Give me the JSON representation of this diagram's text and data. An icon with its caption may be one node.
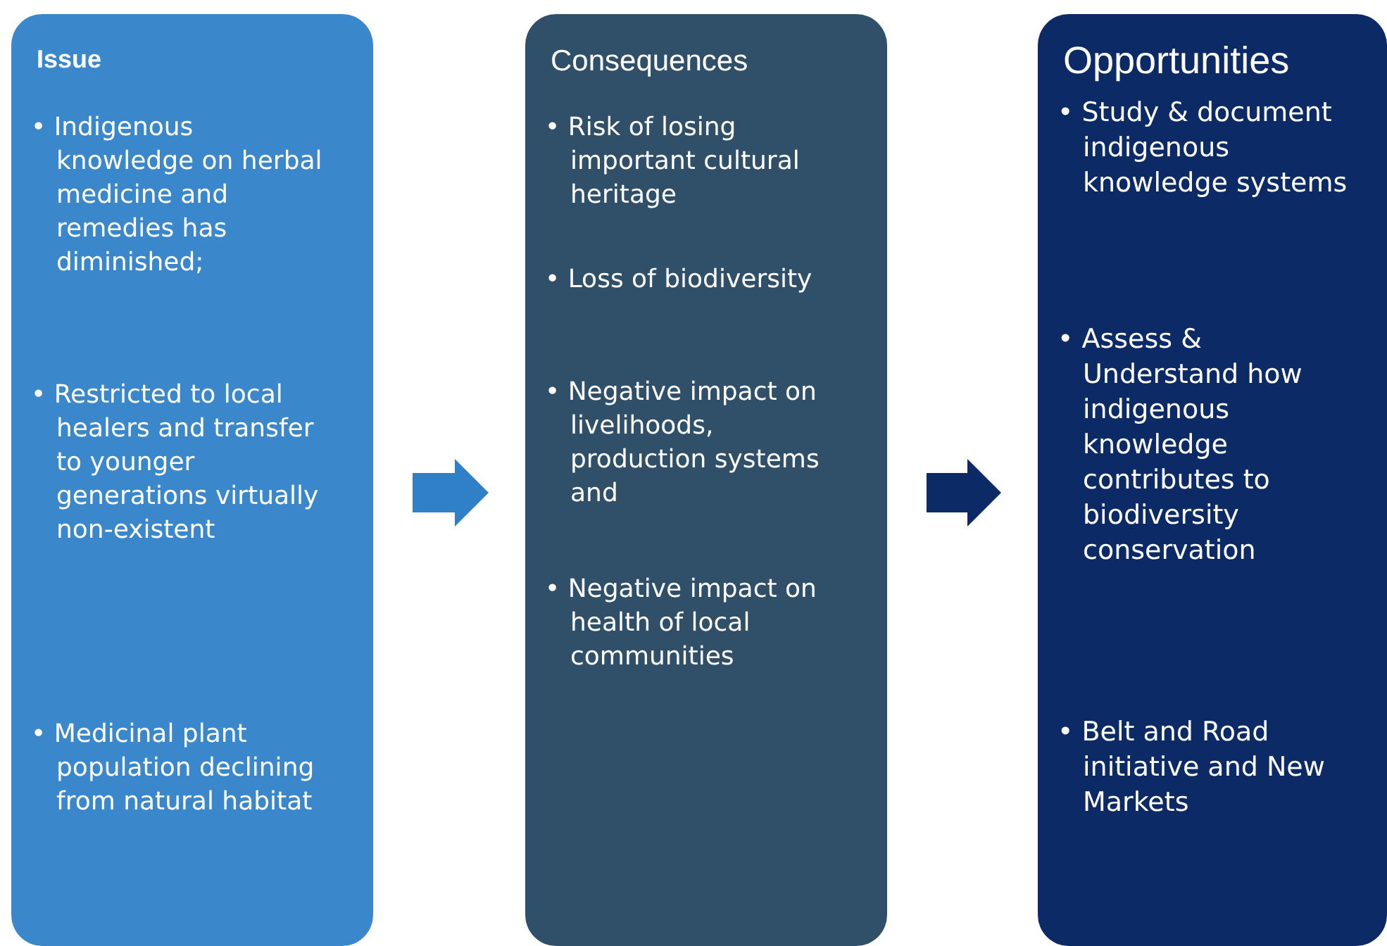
{
  "diagram": {
    "nodes": [
      {
        "text": [
          "Issue",
          "• Indigenous knowledge on herbal medicine and remedies has diminished;",
          "• Restricted to local healers and transfer to younger generations virtually non-existent",
          "• Medicinal plant population declining from natural habitat"
        ]
      },
      {
        "text": [
          "Consequences",
          "• Risk of losing important cultural heritage",
          "• Loss of biodiversity",
          "• Negative impact on livelihoods, production systems and",
          "• Negative impact on health of local communities"
        ]
      },
      {
        "text": [
          "Opportunities",
          "• Study & document indigenous knowledge systems",
          "• Assess & Understand how indigenous knowledge contributes to biodiversity conservation",
          "• Belt and Road initiative and New Markets"
        ]
      }
    ],
    "edges": [
      {
        "from": 0,
        "to": 1,
        "arrow": "to",
        "style": "thick",
        "color": "#2f80c6"
      },
      {
        "from": 1,
        "to": 2,
        "arrow": "to",
        "style": "thick",
        "color": "#0c2a66"
      }
    ]
  }
}
